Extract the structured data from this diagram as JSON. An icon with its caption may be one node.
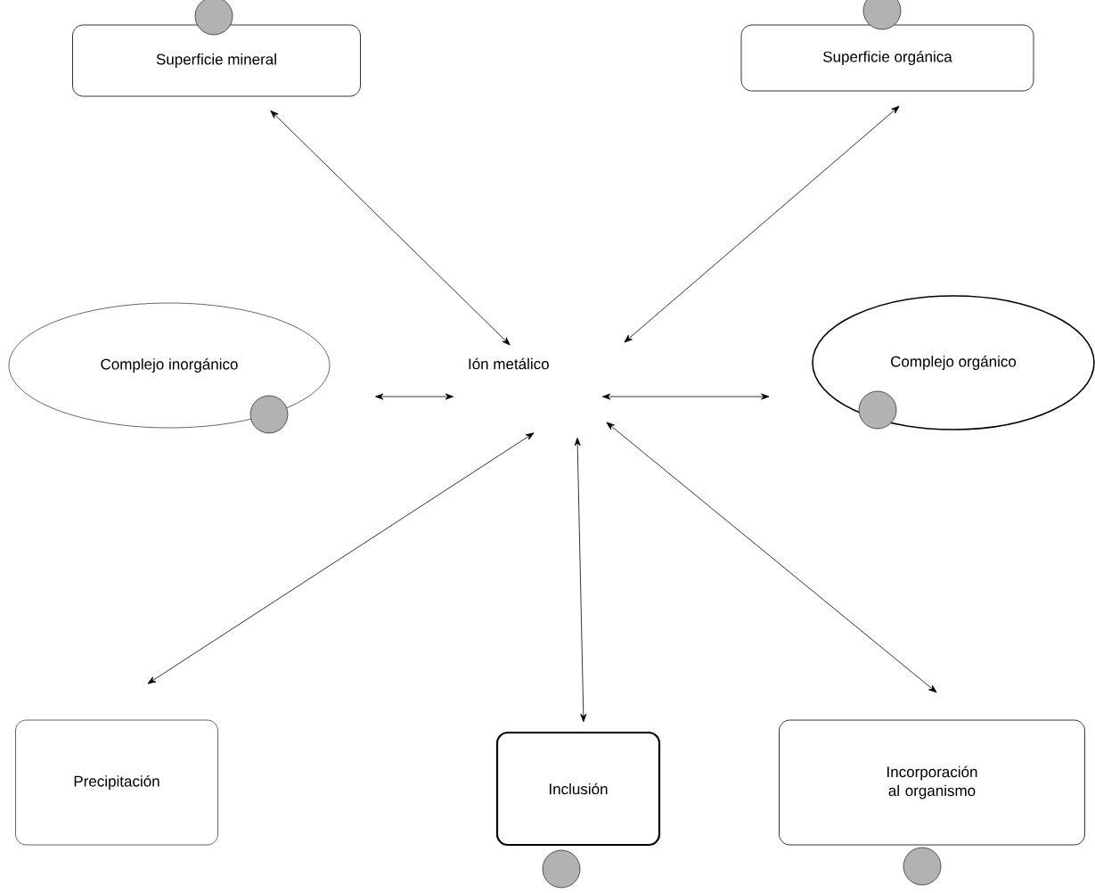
{
  "diagram": {
    "nodes": [
      {
        "text": [
          "Superficie mineral"
        ]
      },
      {
        "text": [
          "Superficie orgánica"
        ]
      },
      {
        "text": [
          "Complejo inorgánico"
        ]
      },
      {
        "text": [
          "Ión metálico"
        ]
      },
      {
        "text": [
          "Complejo orgánico"
        ]
      },
      {
        "text": [
          "Precipitación"
        ]
      },
      {
        "text": [
          "Inclusión"
        ]
      },
      {
        "text": [
          "Incorporación al organismo"
        ]
      }
    ],
    "edges": [
      {
        "from": 0,
        "to": 3,
        "arrow": "both"
      },
      {
        "from": 1,
        "to": 3,
        "arrow": "both"
      },
      {
        "from": 2,
        "to": 3,
        "arrow": "both"
      },
      {
        "from": 3,
        "to": 4,
        "arrow": "both"
      },
      {
        "from": 3,
        "to": 5,
        "arrow": "both"
      },
      {
        "from": 3,
        "to": 6,
        "arrow": "both"
      },
      {
        "from": 3,
        "to": 7,
        "arrow": "both"
      }
    ]
  }
}
